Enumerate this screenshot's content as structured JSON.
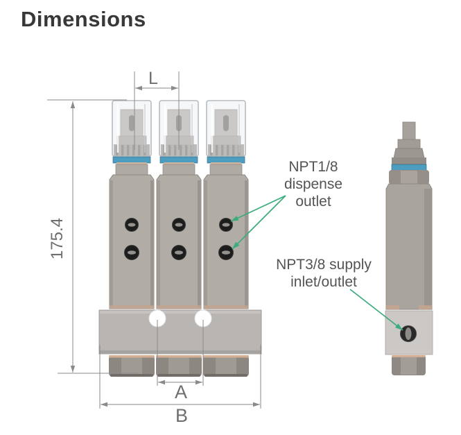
{
  "title": "Dimensions",
  "dimension_labels": {
    "valve_pitch": "L",
    "overall_height": "175.4",
    "mounting_hole_spacing": "A",
    "manifold_width": "B"
  },
  "callouts": {
    "dispense_outlet": {
      "lines": [
        "NPT1/8",
        "dispense",
        "outlet"
      ]
    },
    "supply_inlet_outlet": {
      "lines": [
        "NPT3/8 supply",
        "inlet/outlet"
      ]
    }
  },
  "colors": {
    "callout_arrow_green": "#3dac7c",
    "dimension_line_gray": "#8a8a8a",
    "seal_ring_blue": "#4d9dc0"
  }
}
